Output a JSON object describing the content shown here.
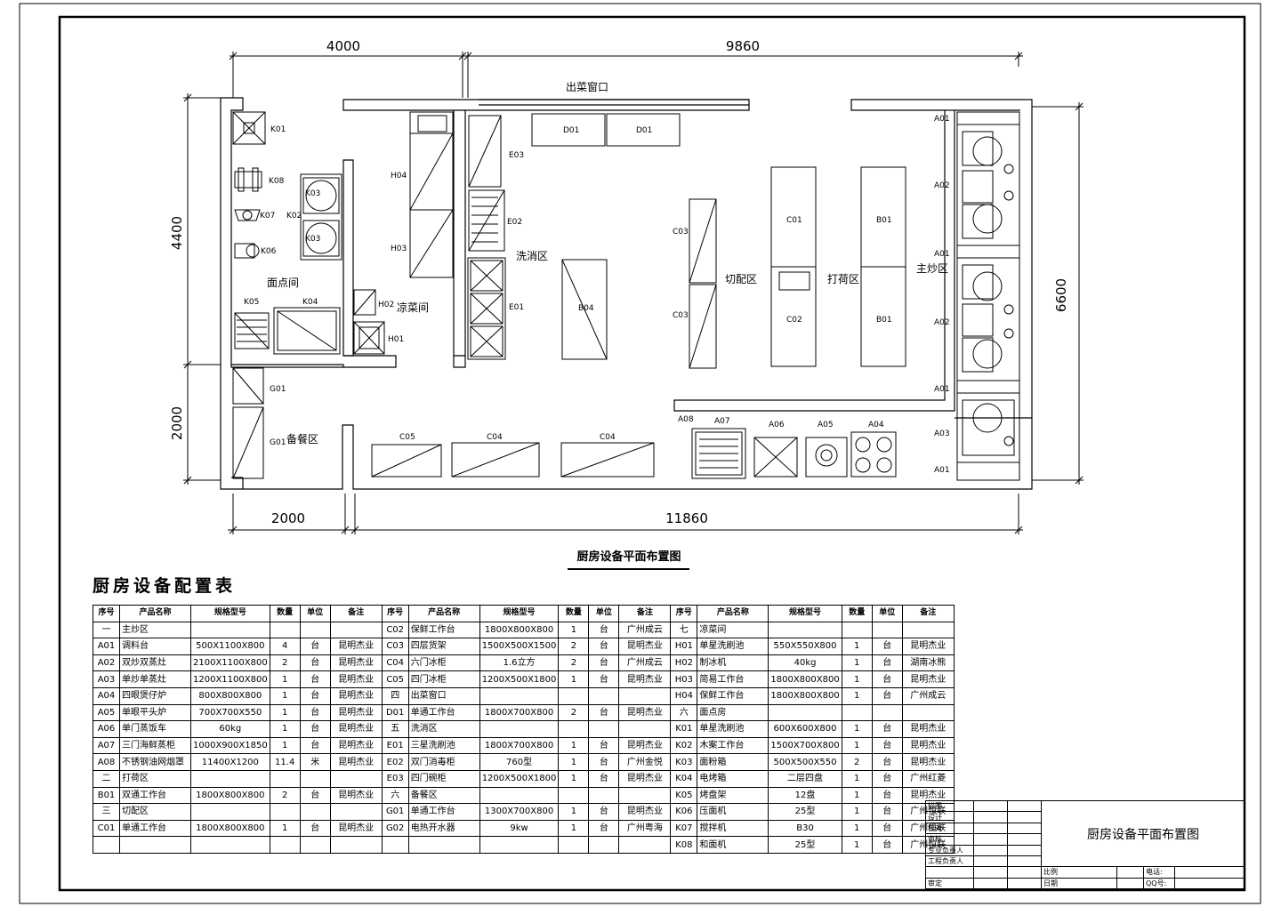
{
  "plan": {
    "title": "厨房设备平面布置图",
    "dims": {
      "top_left": "4000",
      "top_right": "9860",
      "left_upper": "4400",
      "left_lower": "2000",
      "right": "6600",
      "bottom_left": "2000",
      "bottom_right": "11860"
    },
    "zones": {
      "serving_window": "出菜窗口",
      "pastry_room": "面点间",
      "cold_dish_room": "凉菜间",
      "wash_area": "洗消区",
      "cutting_area": "切配区",
      "plating_area": "打荷区",
      "main_fry_area": "主炒区",
      "prep_area": "备餐区"
    },
    "labels": {
      "K01": "K01",
      "K08": "K08",
      "K07": "K07",
      "K06": "K06",
      "K02": "K02",
      "K03a": "K03",
      "K03b": "K03",
      "K05": "K05",
      "K04": "K04",
      "H04": "H04",
      "H03": "H03",
      "H02": "H02",
      "H01": "H01",
      "E03": "E03",
      "E02": "E02",
      "E01": "E01",
      "B04": "B04",
      "D01a": "D01",
      "D01b": "D01",
      "C03a": "C03",
      "C03b": "C03",
      "C01": "C01",
      "C02": "C02",
      "B01a": "B01",
      "B01b": "B01",
      "A01a": "A01",
      "A02a": "A02",
      "A01b": "A01",
      "A02b": "A02",
      "A01c": "A01",
      "A03": "A03",
      "A01d": "A01",
      "A08": "A08",
      "A07": "A07",
      "A06": "A06",
      "A05": "A05",
      "A04": "A04",
      "C05": "C05",
      "C04a": "C04",
      "C04b": "C04",
      "G01a": "G01",
      "G01b": "G01"
    }
  },
  "table": {
    "title": "厨房设备配置表",
    "headers": [
      "序号",
      "产品名称",
      "规格型号",
      "数量",
      "单位",
      "备注"
    ],
    "rows": [
      [
        [
          "一",
          "主炒区",
          "",
          "",
          "",
          ""
        ],
        [
          "C02",
          "保鲜工作台",
          "1800X800X800",
          "1",
          "台",
          "广州成云"
        ],
        [
          "七",
          "凉菜间",
          "",
          "",
          "",
          ""
        ]
      ],
      [
        [
          "A01",
          "调料台",
          "500X1100X800",
          "4",
          "台",
          "昆明杰业"
        ],
        [
          "C03",
          "四层货架",
          "1500X500X1500",
          "2",
          "台",
          "昆明杰业"
        ],
        [
          "H01",
          "单星洗刷池",
          "550X550X800",
          "1",
          "台",
          "昆明杰业"
        ]
      ],
      [
        [
          "A02",
          "双炒双蒸灶",
          "2100X1100X800",
          "2",
          "台",
          "昆明杰业"
        ],
        [
          "C04",
          "六门冰柜",
          "1.6立方",
          "2",
          "台",
          "广州成云"
        ],
        [
          "H02",
          "制冰机",
          "40kg",
          "1",
          "台",
          "湖南冰熊"
        ]
      ],
      [
        [
          "A03",
          "单炒单蒸灶",
          "1200X1100X800",
          "1",
          "台",
          "昆明杰业"
        ],
        [
          "C05",
          "四门冰柜",
          "1200X500X1800",
          "1",
          "台",
          "昆明杰业"
        ],
        [
          "H03",
          "简易工作台",
          "1800X800X800",
          "1",
          "台",
          "昆明杰业"
        ]
      ],
      [
        [
          "A04",
          "四眼煲仔炉",
          "800X800X800",
          "1",
          "台",
          "昆明杰业"
        ],
        [
          "四",
          "出菜窗口",
          "",
          "",
          "",
          ""
        ],
        [
          "H04",
          "保鲜工作台",
          "1800X800X800",
          "1",
          "台",
          "广州成云"
        ]
      ],
      [
        [
          "A05",
          "单眼平头炉",
          "700X700X550",
          "1",
          "台",
          "昆明杰业"
        ],
        [
          "D01",
          "单通工作台",
          "1800X700X800",
          "2",
          "台",
          "昆明杰业"
        ],
        [
          "六",
          "面点房",
          "",
          "",
          "",
          ""
        ]
      ],
      [
        [
          "A06",
          "单门蒸饭车",
          "60kg",
          "1",
          "台",
          "昆明杰业"
        ],
        [
          "五",
          "洗消区",
          "",
          "",
          "",
          ""
        ],
        [
          "K01",
          "单星洗刷池",
          "600X600X800",
          "1",
          "台",
          "昆明杰业"
        ]
      ],
      [
        [
          "A07",
          "三门海鲜蒸柜",
          "1000X900X1850",
          "1",
          "台",
          "昆明杰业"
        ],
        [
          "E01",
          "三星洗刷池",
          "1800X700X800",
          "1",
          "台",
          "昆明杰业"
        ],
        [
          "K02",
          "木案工作台",
          "1500X700X800",
          "1",
          "台",
          "昆明杰业"
        ]
      ],
      [
        [
          "A08",
          "不锈钢油网烟罩",
          "11400X1200",
          "11.4",
          "米",
          "昆明杰业"
        ],
        [
          "E02",
          "双门消毒柜",
          "760型",
          "1",
          "台",
          "广州金悦"
        ],
        [
          "K03",
          "面粉箱",
          "500X500X550",
          "2",
          "台",
          "昆明杰业"
        ]
      ],
      [
        [
          "二",
          "打荷区",
          "",
          "",
          "",
          ""
        ],
        [
          "E03",
          "四门碗柜",
          "1200X500X1800",
          "1",
          "台",
          "昆明杰业"
        ],
        [
          "K04",
          "电烤箱",
          "二层四盘",
          "1",
          "台",
          "广州红菱"
        ]
      ],
      [
        [
          "B01",
          "双通工作台",
          "1800X800X800",
          "2",
          "台",
          "昆明杰业"
        ],
        [
          "六",
          "备餐区",
          "",
          "",
          "",
          ""
        ],
        [
          "K05",
          "烤盘架",
          "12盘",
          "1",
          "台",
          "昆明杰业"
        ]
      ],
      [
        [
          "三",
          "切配区",
          "",
          "",
          "",
          ""
        ],
        [
          "G01",
          "单通工作台",
          "1300X700X800",
          "1",
          "台",
          "昆明杰业"
        ],
        [
          "K06",
          "压面机",
          "25型",
          "1",
          "台",
          "广州恒联"
        ]
      ],
      [
        [
          "C01",
          "单通工作台",
          "1800X800X800",
          "1",
          "台",
          "昆明杰业"
        ],
        [
          "G02",
          "电热开水器",
          "9kw",
          "1",
          "台",
          "广州粤海"
        ],
        [
          "K07",
          "搅拌机",
          "B30",
          "1",
          "台",
          "广州恒联"
        ]
      ],
      [
        [
          "",
          "",
          "",
          "",
          "",
          ""
        ],
        [
          "",
          "",
          "",
          "",
          "",
          ""
        ],
        [
          "K08",
          "和面机",
          "25型",
          "1",
          "台",
          "广州恒联"
        ]
      ]
    ]
  },
  "title_block": {
    "drawing_name": "厨房设备平面布置图",
    "roles": [
      "描图",
      "设计",
      "校对",
      "审核",
      "专业负责人",
      "工程负责人",
      "审定"
    ],
    "scale_label": "比例",
    "date_label": "日期",
    "phone_label": "电话:",
    "qq_label": "QQ号:"
  }
}
